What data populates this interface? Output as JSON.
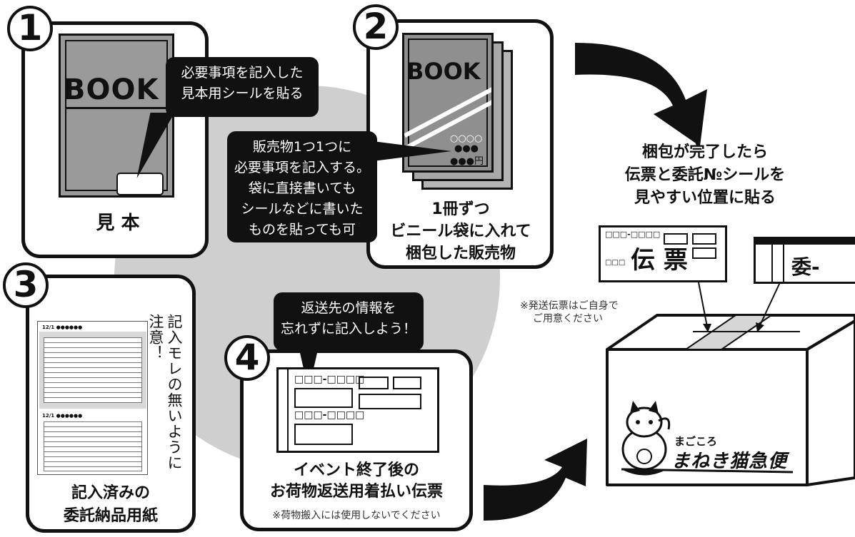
{
  "steps": {
    "s1": {
      "number": "1",
      "book_word": "BOOK",
      "bubble_lines": [
        "必要事項を記入した",
        "見本用シールを貼る"
      ],
      "caption": "見 本"
    },
    "s2": {
      "number": "2",
      "book_word": "BOOK",
      "bubble_lines": [
        "販売物1つ1つに",
        "必要事項を記入する。",
        "袋に直接書いても",
        "シールなどに書いた",
        "ものを貼っても可"
      ],
      "price_marks": [
        "○○○○",
        "●●●",
        "●●●円"
      ],
      "caption_lines": [
        "1冊ずつ",
        "ビニール袋に入れて",
        "梱包した販売物"
      ]
    },
    "s3": {
      "number": "3",
      "warning_vertical": "記入モレの無いように注意！",
      "caption_lines": [
        "記入済みの",
        "委託納品用紙"
      ],
      "form_heading_1": "12/1 ●●●●●●",
      "form_heading_2": "12/1 ●●●●●●"
    },
    "s4": {
      "number": "4",
      "bubble_lines": [
        "返送先の情報を",
        "忘れずに記入しよう！"
      ],
      "postal_1": "□□□-□□□□",
      "postal_2": "□□□-□□□□",
      "caption_lines": [
        "イベント終了後の",
        "お荷物返送用着払い伝票"
      ],
      "note": "※荷物搬入には使用しないでください"
    }
  },
  "right": {
    "instruction_lines": [
      "梱包が完了したら",
      "伝票と委託№シールを",
      "見やすい位置に貼る"
    ],
    "slip_postal": "□□□-□□□□",
    "slip_label": "伝 票",
    "slip_small": "□□□",
    "consign_label": "委-",
    "shipping_note": [
      "※発送伝票はご自身で",
      "ご用意ください"
    ],
    "box_brand_small": "まごころ",
    "box_brand": "まねき猫急便"
  },
  "colors": {
    "ink": "#111111",
    "gray_circle": "#cfcfcf",
    "book_gray": "#9a9a9a",
    "white": "#ffffff"
  }
}
